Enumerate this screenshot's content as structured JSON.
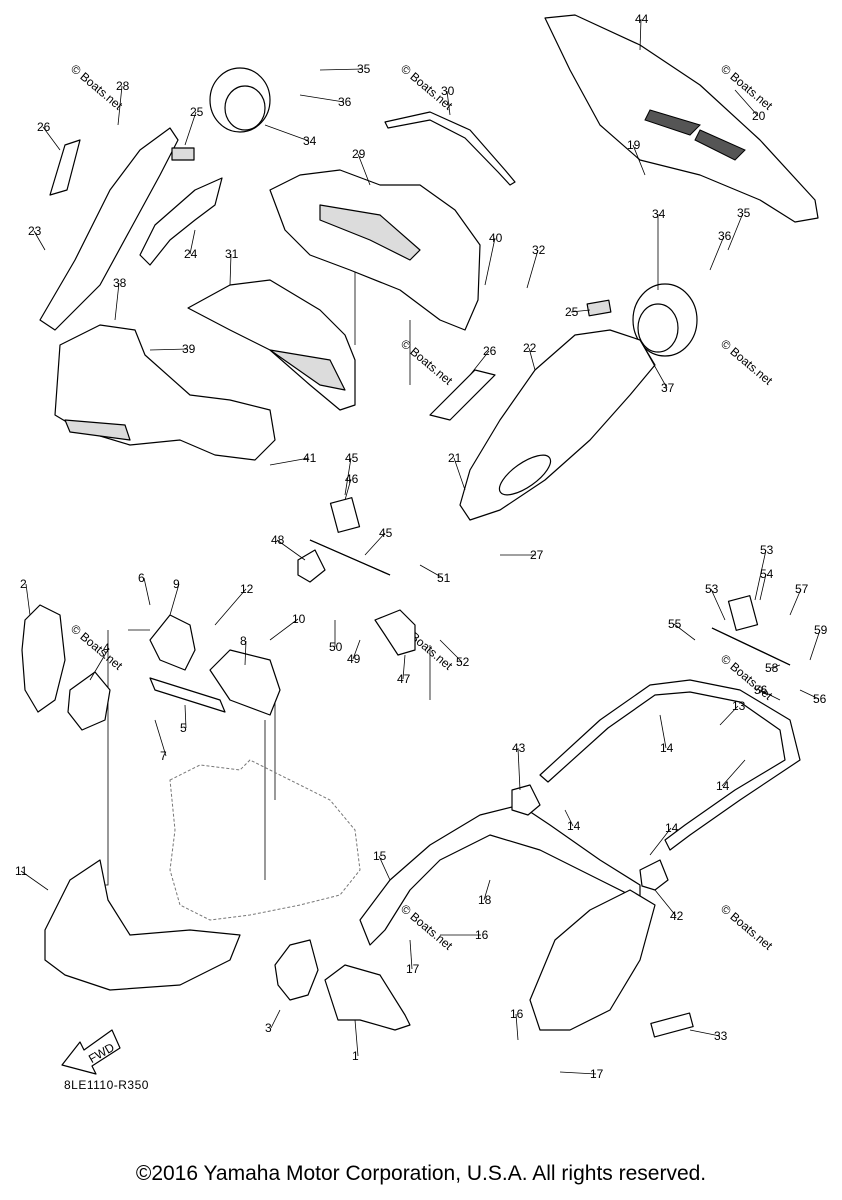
{
  "diagram": {
    "diagram_code": "8LE1110-R350",
    "copyright": "©2016 Yamaha Motor Corporation, U.S.A. All rights reserved.",
    "watermark": "© Boats.net",
    "fwd_label": "FWD",
    "callouts": [
      "1",
      "2",
      "3",
      "4",
      "5",
      "6",
      "7",
      "8",
      "9",
      "10",
      "11",
      "12",
      "13",
      "14",
      "15",
      "16",
      "17",
      "18",
      "19",
      "20",
      "21",
      "22",
      "23",
      "24",
      "25",
      "26",
      "27",
      "28",
      "29",
      "30",
      "31",
      "32",
      "33",
      "34",
      "35",
      "36",
      "37",
      "38",
      "39",
      "40",
      "41",
      "42",
      "43",
      "44",
      "45",
      "46",
      "47",
      "48",
      "49",
      "50",
      "51",
      "52",
      "53",
      "54",
      "55",
      "56",
      "57",
      "58",
      "59"
    ]
  }
}
